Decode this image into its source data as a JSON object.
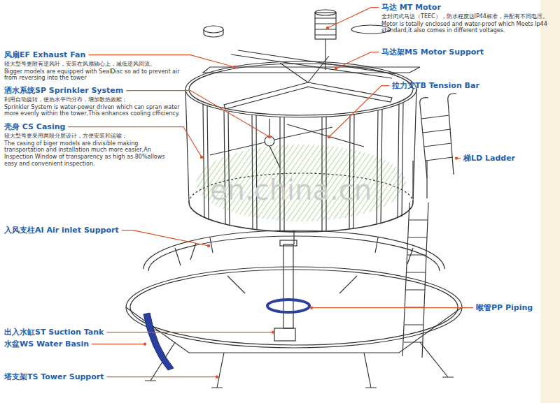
{
  "diagram": {
    "labels": [
      "马达 MT Motor",
      "全封闭式马达（TEEC），防水程度达IP44标准，并配有不同电压。",
      "Motor is totally enclosed and water-proof which Meets Ip44 standard,it also comes in different voltages.",
      "风扇EF Exhaust Fan",
      "较大型号更附有逆风叶，安装在风扇轴心上，减低逆风回流。",
      "Bigger models are equipped with SealDisc so ad to prevent air from reversing into the tower",
      "洒水系统SP Sprinkler System",
      "利用自动旋转，使热水平均分布，增加散热效能；",
      "Sprinkler System is water-power driven which can spran water more evenly within the tower,This enhances cooling cfficiency.",
      "壳身 CS Casing",
      "较大型号更采用两段分层设计，方便安装和运输；",
      "The casing of biger models are divisible making transportation and installation much more easier,An Inspection Window of transparency as high as 80%allows easy and convenient inspection.",
      "马达架MS Motor Support",
      "拉力支TB Tension Bar",
      "梯LD Ladder",
      "en.china.cn",
      "入风支柱AI Air inlet Support",
      "喉管PP Piping",
      "出入水缸ST Suction Tank",
      "水盆WS Water Basin",
      "塔支架TS Tower Support"
    ]
  }
}
